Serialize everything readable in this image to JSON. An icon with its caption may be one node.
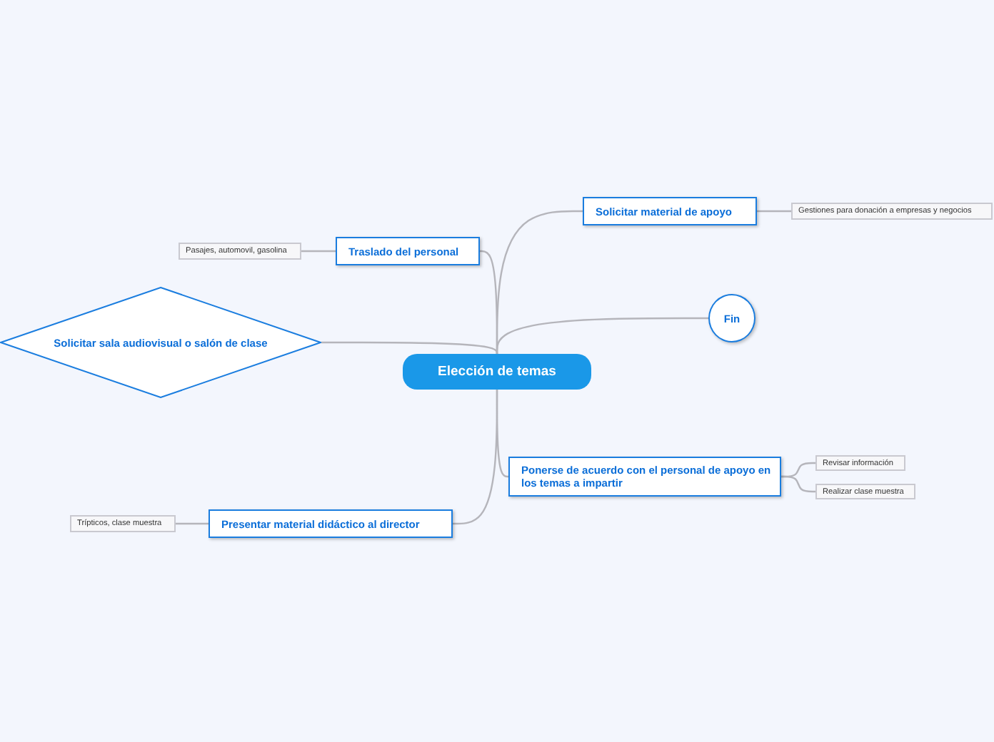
{
  "diagram": {
    "nodes": [
      {
        "text": [
          "Elección de temas"
        ]
      },
      {
        "text": [
          "Solicitar material de apoyo"
        ]
      },
      {
        "text": [
          "Gestiones para donación a empresas y negocios"
        ]
      },
      {
        "text": [
          "Traslado del personal"
        ]
      },
      {
        "text": [
          "Pasajes, automovil, gasolina"
        ]
      },
      {
        "text": [
          "Fin"
        ]
      },
      {
        "text": [
          "Solicitar sala audiovisual o salón de clase"
        ]
      },
      {
        "text": [
          "Ponerse de acuerdo con el personal de apoyo en los temas a impartir"
        ]
      },
      {
        "text": [
          "Revisar información"
        ]
      },
      {
        "text": [
          "Realizar clase muestra"
        ]
      },
      {
        "text": [
          "Presentar material didáctico al director"
        ]
      },
      {
        "text": [
          "Trípticos, clase muestra"
        ]
      }
    ],
    "edges": [
      {
        "from": 0,
        "to": 1,
        "arrow": "none"
      },
      {
        "from": 1,
        "to": 2,
        "arrow": "none"
      },
      {
        "from": 0,
        "to": 3,
        "arrow": "none"
      },
      {
        "from": 3,
        "to": 4,
        "arrow": "none"
      },
      {
        "from": 0,
        "to": 5,
        "arrow": "none"
      },
      {
        "from": 0,
        "to": 6,
        "arrow": "none"
      },
      {
        "from": 0,
        "to": 7,
        "arrow": "none"
      },
      {
        "from": 7,
        "to": 8,
        "arrow": "none"
      },
      {
        "from": 7,
        "to": 9,
        "arrow": "none"
      },
      {
        "from": 0,
        "to": 10,
        "arrow": "none"
      },
      {
        "from": 10,
        "to": 11,
        "arrow": "none"
      }
    ]
  }
}
